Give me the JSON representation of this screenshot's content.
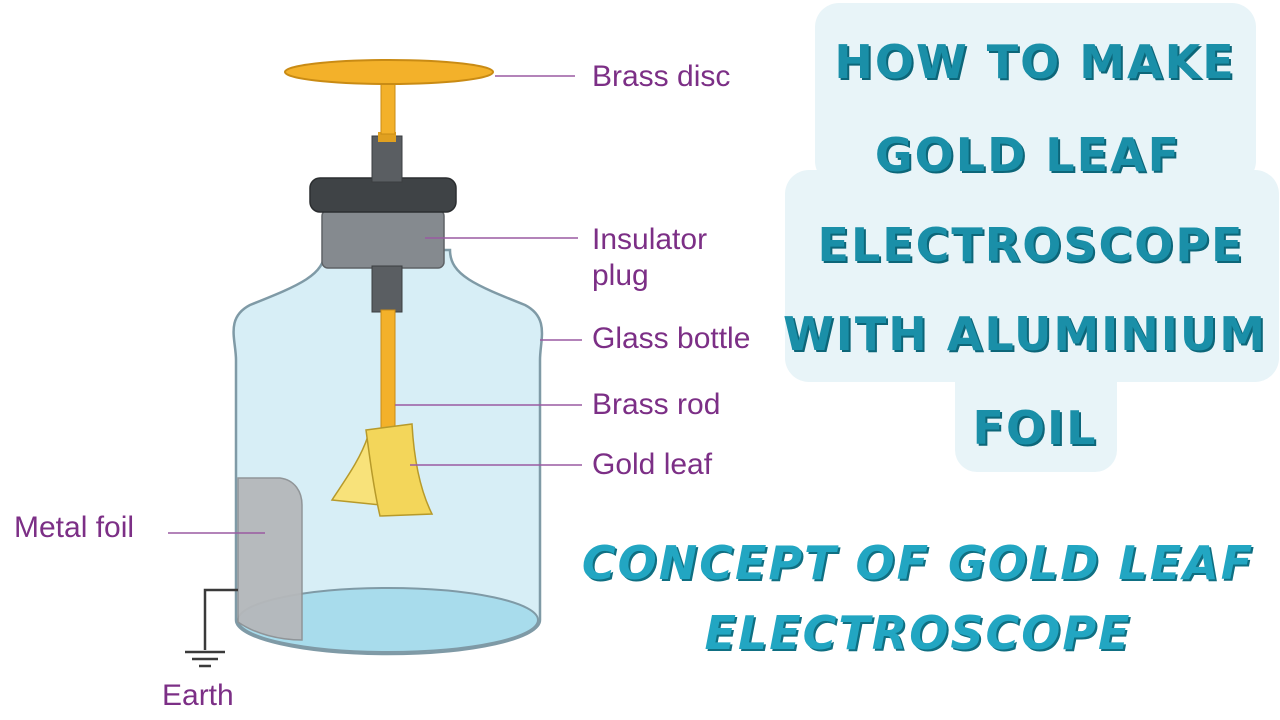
{
  "diagram": {
    "labels": {
      "brass_disc": "Brass disc",
      "insulator_plug_line1": "Insulator",
      "insulator_plug_line2": "plug",
      "glass_bottle": "Glass bottle",
      "brass_rod": "Brass rod",
      "gold_leaf": "Gold leaf",
      "metal_foil": "Metal foil",
      "earth": "Earth"
    },
    "colors": {
      "label_text": "#7c2f86",
      "leader_line": "#9a5aa2",
      "brass": "#f3b12a",
      "gold_leaf": "#f8e27a",
      "glass": "#d7eef6",
      "glass_outline": "#7f9aa6",
      "plug": "#7f8286",
      "metal_foil": "#b5b8bb"
    }
  },
  "title": {
    "lines": [
      "HOW TO MAKE",
      "GOLD LEAF",
      "ELECTROSCOPE",
      "WITH ALUMINIUM",
      "FOIL"
    ],
    "colors": {
      "text": "#1a8fa8",
      "box": "#e8f4f8"
    }
  },
  "subtitle": {
    "lines": [
      "CONCEPT OF GOLD LEAF",
      "ELECTROSCOPE"
    ],
    "colors": {
      "text": "#22a6c2"
    }
  }
}
